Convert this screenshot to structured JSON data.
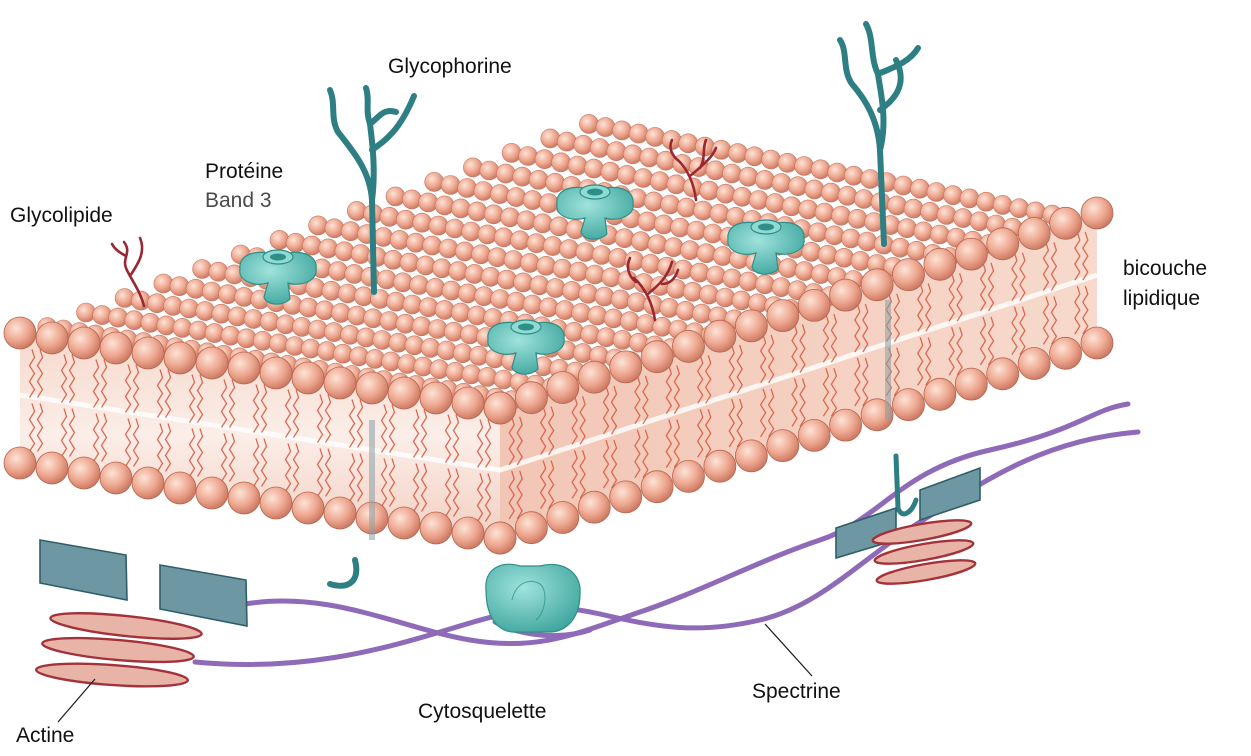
{
  "diagram": {
    "labels": {
      "glycophorine": "Glycophorine",
      "proteine": "Protéine",
      "band3": "Band 3",
      "glycolipide": "Glycolipide",
      "bicouche": "bicouche",
      "lipidique": "lipidique",
      "actine": "Actine",
      "cytosquelette": "Cytosquelette",
      "spectrine": "Spectrine"
    },
    "colors": {
      "lipid_head": "#eeaa92",
      "lipid_head_dark": "#c9735c",
      "lipid_tail": "#d8553f",
      "bilayer_core": "#f8e2d8",
      "protein": "#5fc2bc",
      "protein_dark": "#2f8f88",
      "glycan": "#2d7f83",
      "glycolipid": "#9b2730",
      "spectrin": "#8e6ab8",
      "band_box": "#6d98a3",
      "actin": "#a3323a",
      "actin_fill": "#e8b4a8"
    }
  }
}
